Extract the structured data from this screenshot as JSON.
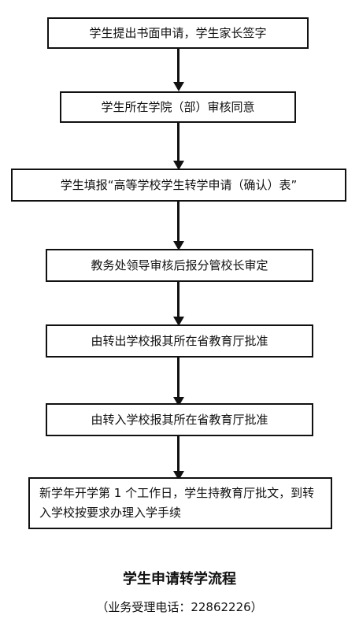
{
  "steps": [
    {
      "label": "学生提出书面申请，学生家长签字"
    },
    {
      "label": "学生所在学院（部）审核同意"
    },
    {
      "label": "学生填报“高等学校学生转学申请（确认）表”"
    },
    {
      "label": "教务处领导审核后报分管校长审定"
    },
    {
      "label": "由转出学校报其所在省教育厅批准"
    },
    {
      "label": "由转入学校报其所在省教育厅批准"
    },
    {
      "label": "新学年开学第 1 个工作日，学生持教育厅批文，到转入学校按要求办理入学手续"
    }
  ],
  "footer": {
    "title": "学生申请转学流程",
    "subtitle": "（业务受理电话：22862226）"
  }
}
